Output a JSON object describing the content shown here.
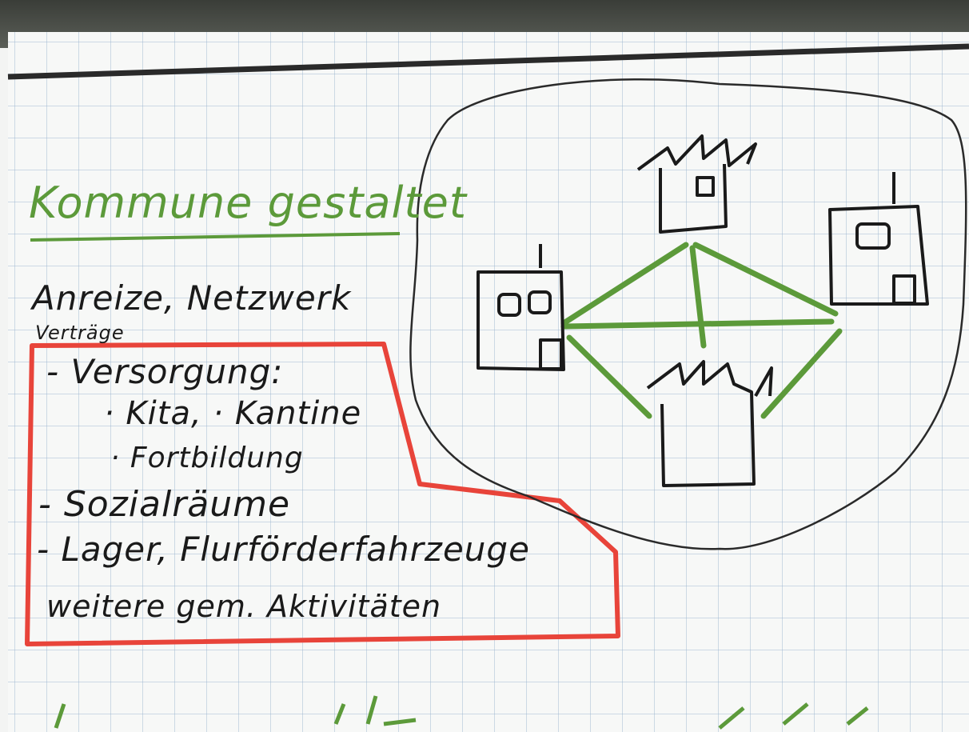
{
  "title": "Kommune gestaltet",
  "line1": "Anreize, Netzwerk",
  "line2": "Verträge",
  "box": {
    "item1": "- Versorgung:",
    "item1a": "· Kita, · Kantine",
    "item1b": "· Fortbildung",
    "item2": "- Sozialräume",
    "item3": "- Lager, Flurförderfahrzeuge",
    "item4": "weitere gem. Aktivitäten"
  },
  "colors": {
    "green": "#5c9a3a",
    "red": "#e8443a",
    "ink": "#1a1a1a"
  }
}
